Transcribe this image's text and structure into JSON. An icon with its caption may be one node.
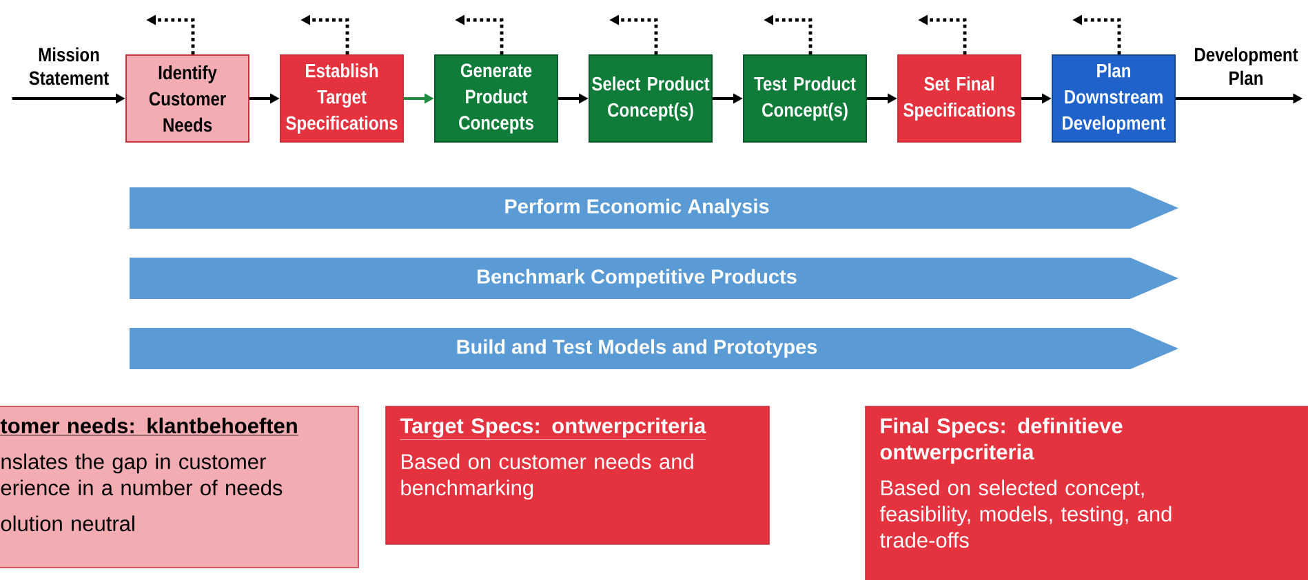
{
  "diagram": {
    "nodes": [
      {
        "text": [
          "Mission Statement"
        ]
      },
      {
        "text": [
          "Identify Customer Needs"
        ]
      },
      {
        "text": [
          "Establish Target Specifications"
        ]
      },
      {
        "text": [
          "Generate Product Concepts"
        ]
      },
      {
        "text": [
          "Select Product Concept(s)"
        ]
      },
      {
        "text": [
          "Test Product Concept(s)"
        ]
      },
      {
        "text": [
          "Set Final Specifications"
        ]
      },
      {
        "text": [
          "Plan Downstream Development"
        ]
      },
      {
        "text": [
          "Development Plan"
        ]
      },
      {
        "text": [
          "Perform Economic Analysis"
        ]
      },
      {
        "text": [
          "Benchmark Competitive Products"
        ]
      },
      {
        "text": [
          "Build and Test Models and Prototypes"
        ]
      },
      {
        "text": [
          "tomer needs: klantbehoeften",
          "nslates the gap in customer erience  in a number of needs",
          "olution neutral"
        ]
      },
      {
        "text": [
          "Target Specs: ontwerpcriteria",
          "Based on customer needs and benchmarking"
        ]
      },
      {
        "text": [
          "Final Specs: definitieve ontwerpcriteria",
          "Based on selected concept, feasibility, models, testing, and trade-offs"
        ]
      }
    ],
    "edges": [
      {
        "from": 0,
        "to": 1,
        "arrow": "to"
      },
      {
        "from": 1,
        "to": 2,
        "arrow": "to"
      },
      {
        "from": 2,
        "to": 3,
        "arrow": "to",
        "color": "#1e8c3e"
      },
      {
        "from": 3,
        "to": 4,
        "arrow": "to"
      },
      {
        "from": 4,
        "to": 5,
        "arrow": "to"
      },
      {
        "from": 5,
        "to": 6,
        "arrow": "to"
      },
      {
        "from": 6,
        "to": 7,
        "arrow": "to"
      },
      {
        "from": 7,
        "to": 8,
        "arrow": "to"
      },
      {
        "from": 1,
        "to": null,
        "arrow": "to",
        "style": "dashed"
      },
      {
        "from": 2,
        "to": null,
        "arrow": "to",
        "style": "dashed"
      },
      {
        "from": 3,
        "to": null,
        "arrow": "to",
        "style": "dashed"
      },
      {
        "from": 4,
        "to": null,
        "arrow": "to",
        "style": "dashed"
      },
      {
        "from": 5,
        "to": null,
        "arrow": "to",
        "style": "dashed"
      },
      {
        "from": 6,
        "to": null,
        "arrow": "to",
        "style": "dashed"
      },
      {
        "from": 7,
        "to": null,
        "arrow": "to",
        "style": "dashed"
      }
    ]
  }
}
